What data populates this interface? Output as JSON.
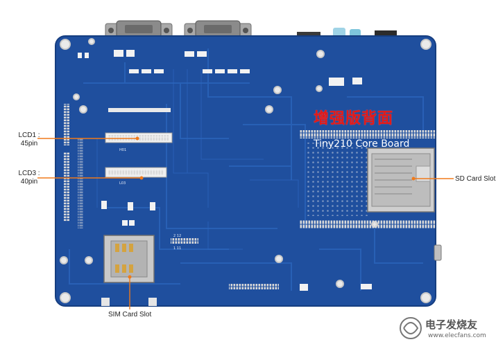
{
  "board": {
    "title": "Tiny210 Core Board",
    "chinese_title": "增强版背面",
    "color": "#1f4f9e",
    "silk_color": "#e8eef8"
  },
  "callouts": {
    "lcd1_line1": "LCD1 :",
    "lcd1_line2": "45pin",
    "lcd3_line1": "LCD3 :",
    "lcd3_line2": "40pin",
    "sd_card": "SD Card Slot",
    "sim_card": "SIM Card Slot",
    "leader_color": "#f07a1a"
  },
  "silkscreen": {
    "lcd1_ref": "H01",
    "lcd3_ref": "L03",
    "pin_nums_a": "2  12",
    "pin_nums_b": "1  11"
  },
  "watermark": {
    "text": "电子发烧友",
    "url": "www.elecfans.com"
  }
}
